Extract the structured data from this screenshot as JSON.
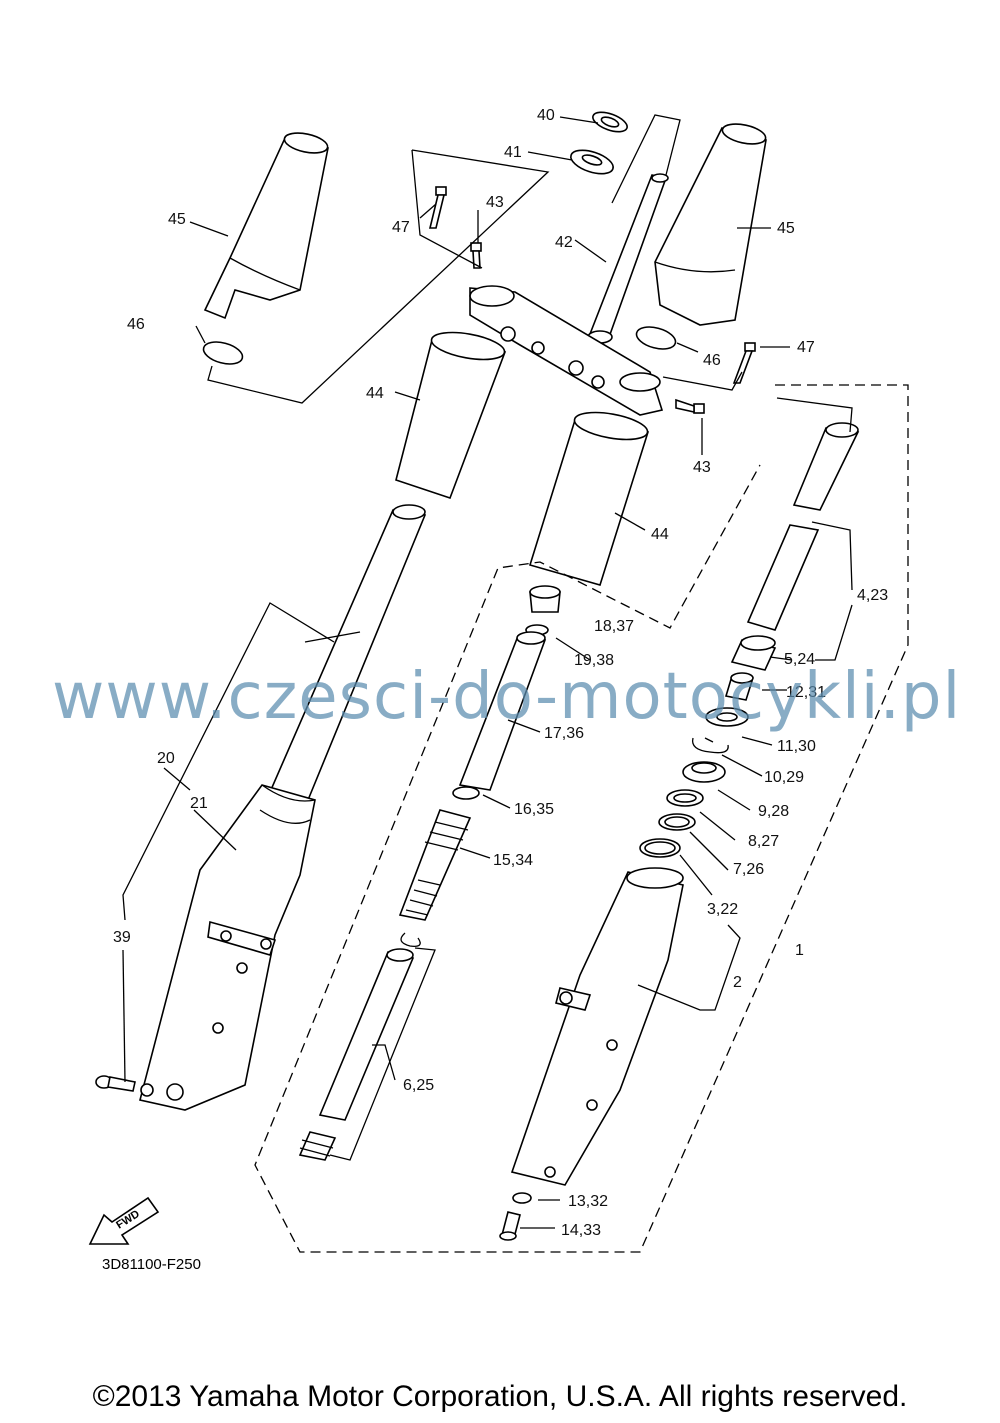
{
  "callouts": {
    "c40": "40",
    "c41": "41",
    "c42": "42",
    "c43a": "43",
    "c43b": "43",
    "c44a": "44",
    "c44b": "44",
    "c45a": "45",
    "c45b": "45",
    "c46a": "46",
    "c46b": "46",
    "c47a": "47",
    "c47b": "47",
    "c18": "18,37",
    "c19": "19,38",
    "c17": "17,36",
    "c16": "16,35",
    "c15": "15,34",
    "c6": "6,25",
    "c20": "20",
    "c21": "21",
    "c39": "39",
    "c4": "4,23",
    "c5": "5,24",
    "c12": "12,31",
    "c11": "11,30",
    "c10": "10,29",
    "c9": "9,28",
    "c8": "8,27",
    "c7": "7,26",
    "c3": "3,22",
    "c2": "2",
    "c1": "1",
    "c13": "13,32",
    "c14": "14,33"
  },
  "fwd_label": "FWD",
  "doc_id": "3D81100-F250",
  "watermark": "www.czesci-do-motocykli.pl",
  "copyright": "©2013 Yamaha Motor Corporation, U.S.A. All rights reserved."
}
